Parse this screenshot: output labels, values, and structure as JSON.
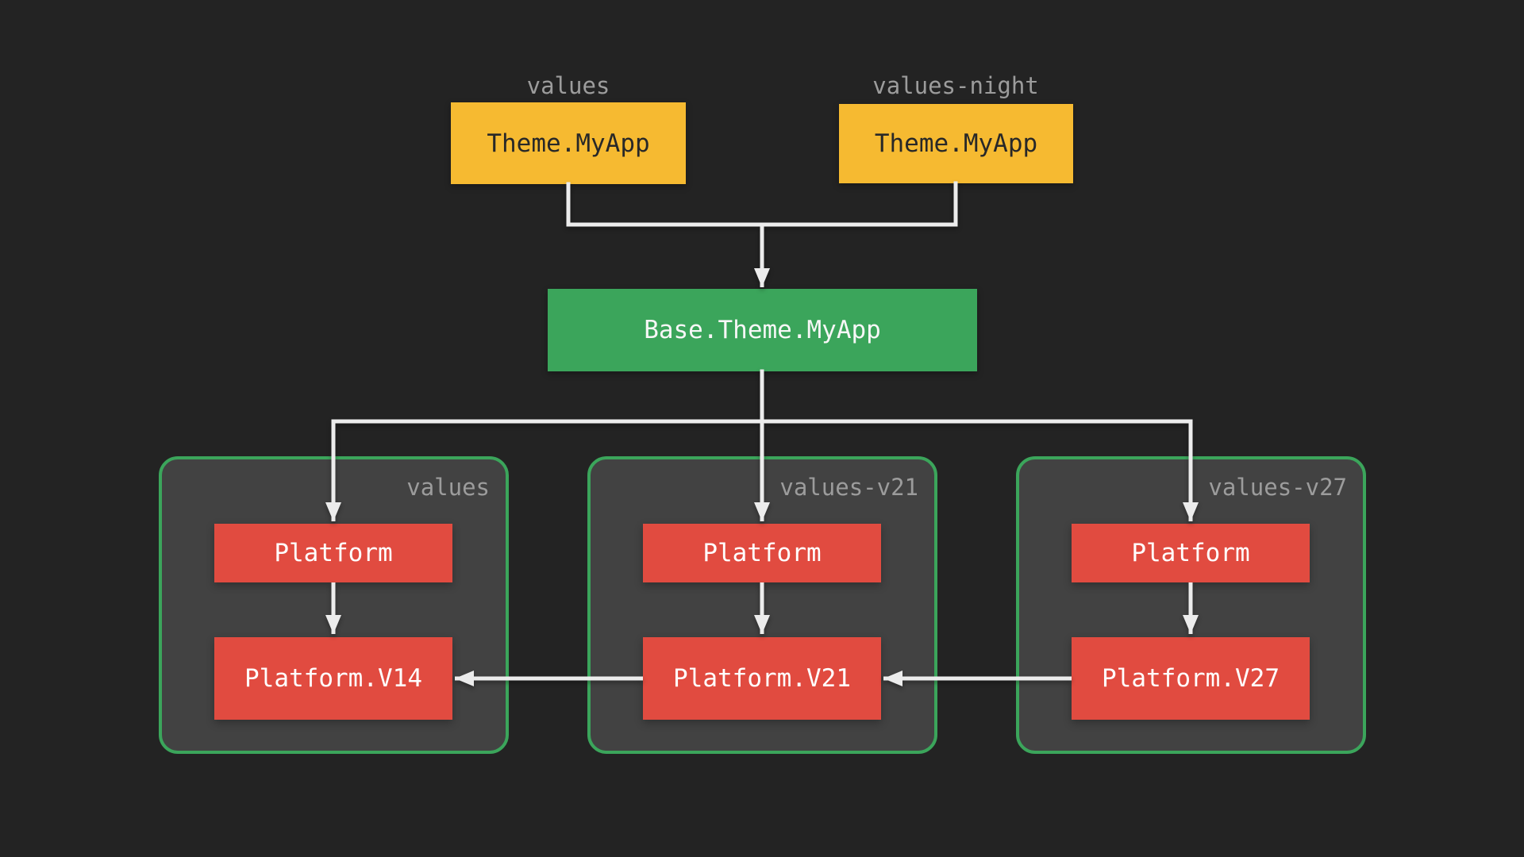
{
  "diagram": {
    "title_semantics": "android-theme-resource-qualifier-diagram",
    "background": "#232323",
    "line_color": "#ececec",
    "qualifier_text_color": "#9c9c9c",
    "top_nodes": [
      {
        "qualifier": "values",
        "label": "Theme.MyApp",
        "color": "#f6ba31",
        "text_color": "#282828"
      },
      {
        "qualifier": "values-night",
        "label": "Theme.MyApp",
        "color": "#f6ba31",
        "text_color": "#282828"
      }
    ],
    "base_node": {
      "label": "Base.Theme.MyApp",
      "color": "#3ba55b",
      "text_color": "#f7f7f7"
    },
    "groups": [
      {
        "qualifier": "values",
        "fill": "#424242",
        "border_color": "#3ba55b",
        "nodes": [
          {
            "label": "Platform",
            "color": "#e14b40"
          },
          {
            "label": "Platform.V14",
            "color": "#e14b40"
          }
        ]
      },
      {
        "qualifier": "values-v21",
        "fill": "#424242",
        "border_color": "#3ba55b",
        "nodes": [
          {
            "label": "Platform",
            "color": "#e14b40"
          },
          {
            "label": "Platform.V21",
            "color": "#e14b40"
          }
        ]
      },
      {
        "qualifier": "values-v27",
        "fill": "#424242",
        "border_color": "#3ba55b",
        "nodes": [
          {
            "label": "Platform",
            "color": "#e14b40"
          },
          {
            "label": "Platform.V27",
            "color": "#e14b40"
          }
        ]
      }
    ]
  }
}
